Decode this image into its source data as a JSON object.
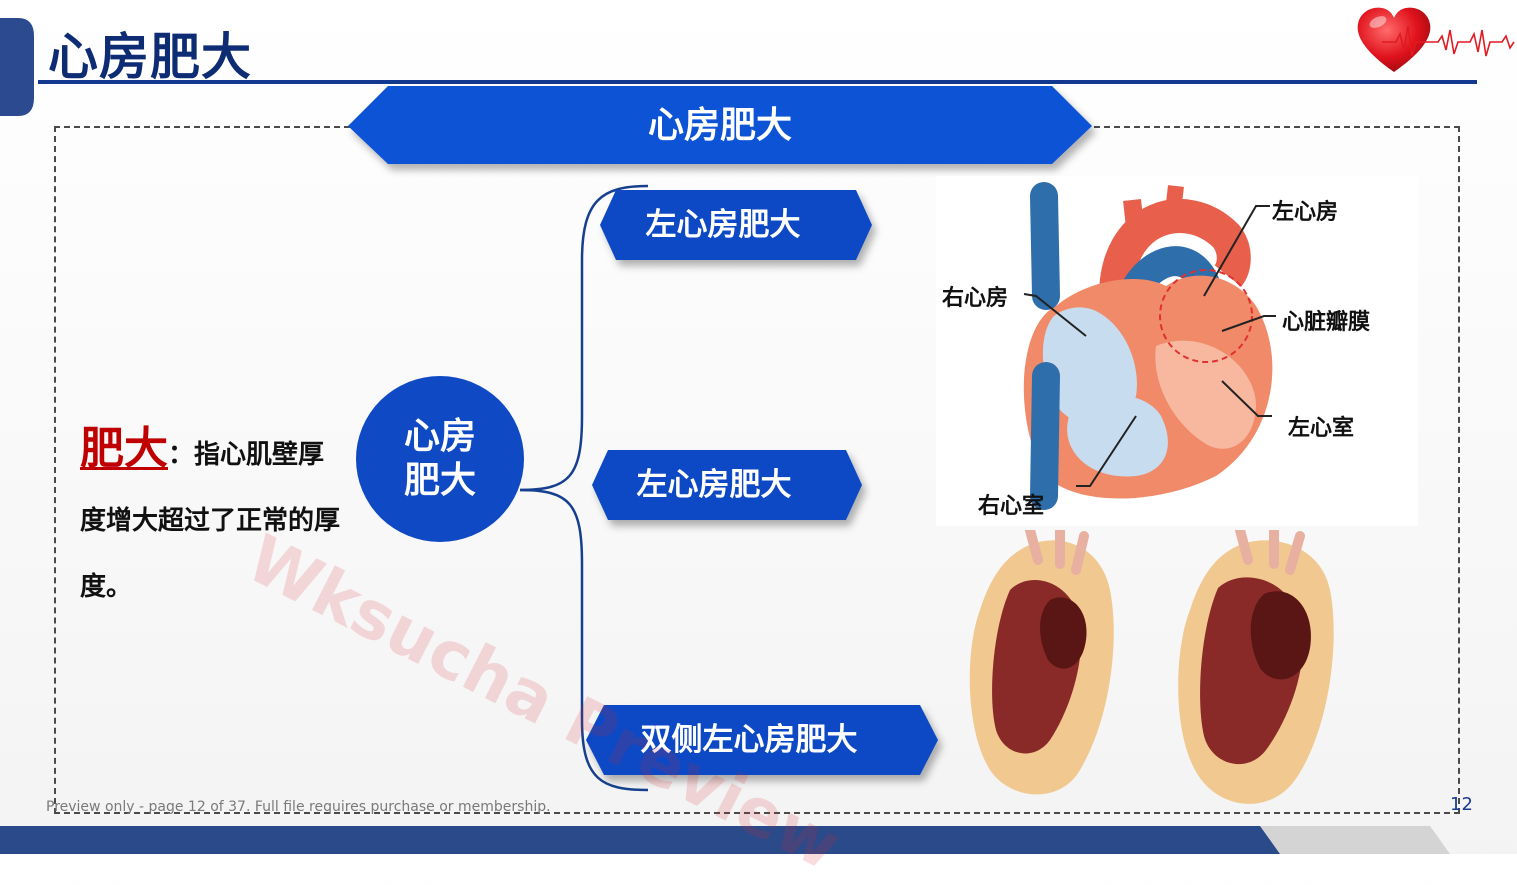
{
  "header": {
    "title": "心房肥大"
  },
  "banner": {
    "label": "心房肥大"
  },
  "definition": {
    "term": "肥大",
    "separator": "：",
    "text": "指心肌壁厚度增大超过了正常的厚度。"
  },
  "center_node": {
    "label": "心房肥大"
  },
  "branches": [
    {
      "label": "左心房肥大"
    },
    {
      "label": "左心房肥大"
    },
    {
      "label": "双侧左心房肥大"
    }
  ],
  "diagram": {
    "labels": {
      "left_atrium": "左心房",
      "right_atrium": "右心房",
      "valve": "心脏瓣膜",
      "left_ventricle": "左心室",
      "right_ventricle": "右心室"
    }
  },
  "footer": {
    "preview_note": "Preview only - page 12 of 37. Full file requires purchase or membership.",
    "page_number": "12"
  },
  "watermark": {
    "text": "Wksucha Preview"
  },
  "colors": {
    "primary_blue": "#0f49c4",
    "dark_navy": "#0d2c73",
    "accent_red": "#c00000",
    "footer_navy": "#2b4a8a"
  },
  "icons": {
    "logo": "heart-ecg-icon"
  }
}
